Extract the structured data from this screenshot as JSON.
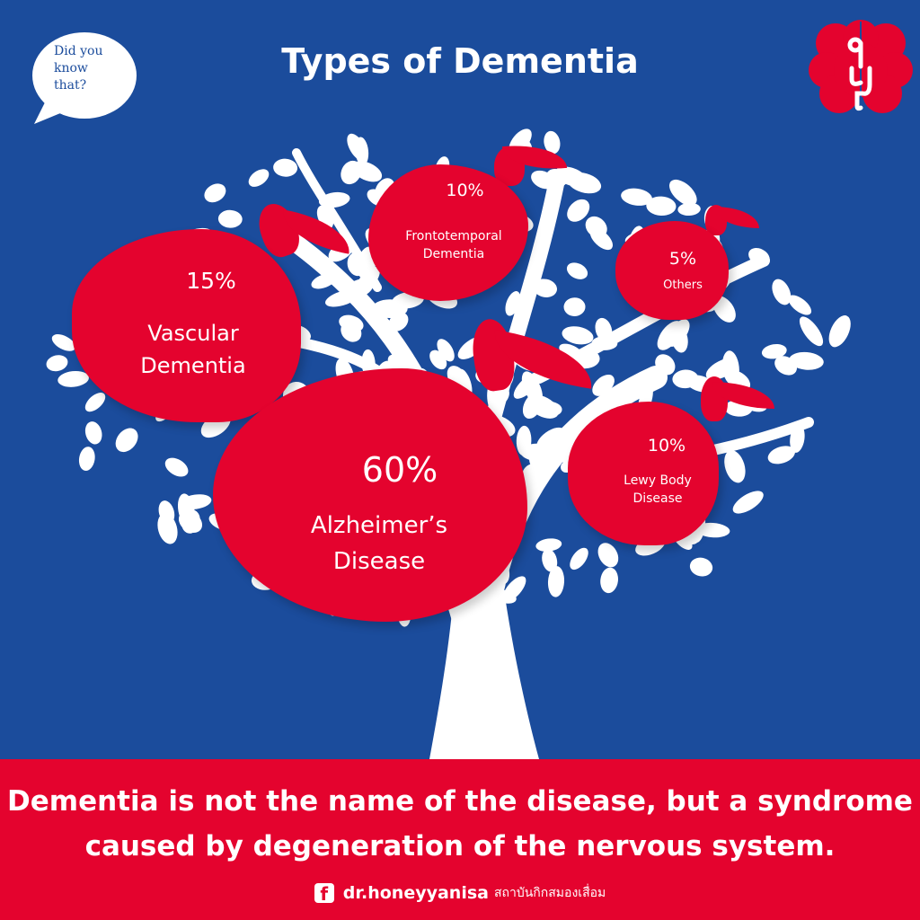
{
  "title": "Types of Dementia",
  "bubble_text": [
    "Did you",
    "know",
    "that?"
  ],
  "colors": {
    "background": "#1b4c9c",
    "accent": "#e4032e",
    "tree": "#ffffff"
  },
  "types": [
    {
      "percent": "60%",
      "label": [
        "Alzheimer’s",
        "Disease"
      ]
    },
    {
      "percent": "15%",
      "label": [
        "Vascular",
        "Dementia"
      ]
    },
    {
      "percent": "10%",
      "label": [
        "Frontotemporal",
        "Dementia"
      ]
    },
    {
      "percent": "10%",
      "label": [
        "Lewy Body",
        "Disease"
      ]
    },
    {
      "percent": "5%",
      "label": [
        "Others"
      ]
    }
  ],
  "message": [
    "Dementia is not the name of the disease, but a syndrome",
    "caused by degeneration of the nervous system."
  ],
  "footer": {
    "icon": "facebook-icon",
    "handle": "dr.honeyyanisa",
    "thai_text": "สถาบันกิกสมองเสื่อม",
    "fb_glyph": "f"
  }
}
